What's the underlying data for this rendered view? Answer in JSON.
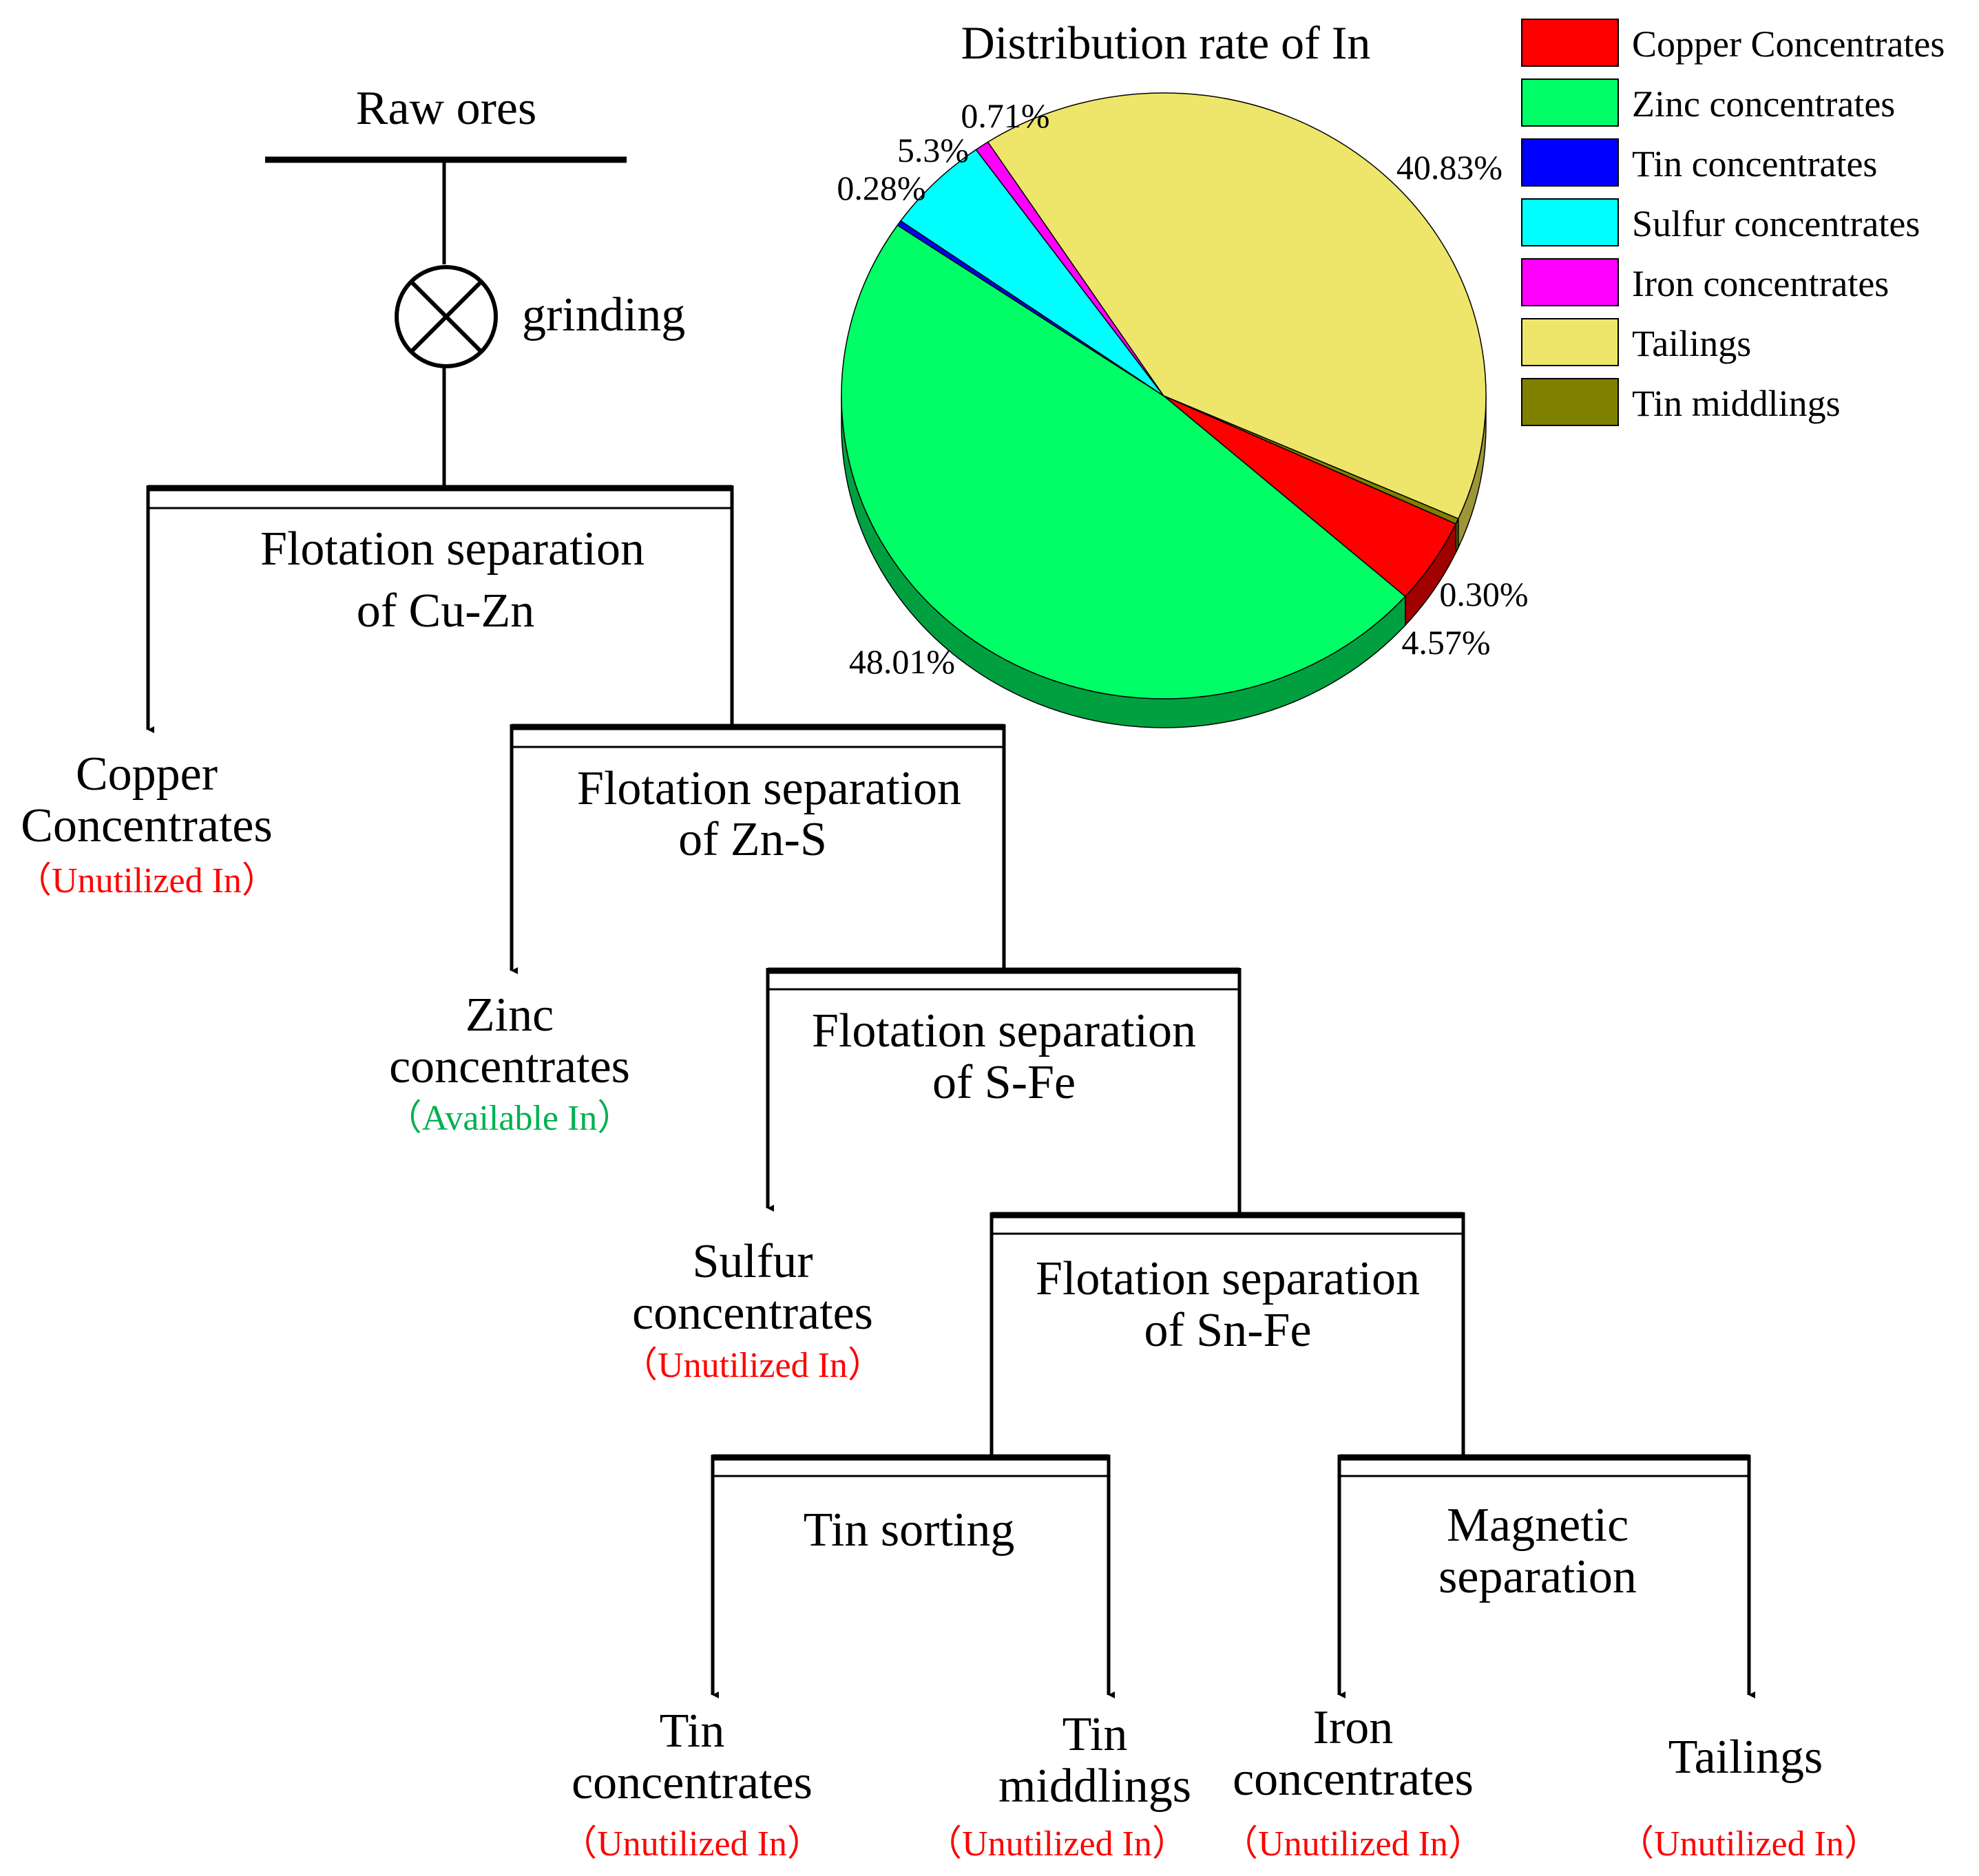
{
  "flowchart": {
    "raw_ores": "Raw ores",
    "grinding": "grinding",
    "steps": {
      "cu_zn": [
        "Flotation separation",
        "of Cu-Zn"
      ],
      "zn_s": [
        "Flotation separation",
        "of Zn-S"
      ],
      "s_fe": [
        "Flotation separation",
        "of S-Fe"
      ],
      "sn_fe": [
        "Flotation separation",
        "of Sn-Fe"
      ],
      "tin_sorting": [
        "Tin sorting"
      ],
      "magnetic": [
        "Magnetic",
        "separation"
      ]
    },
    "products": {
      "copper": {
        "lines": [
          "Copper",
          "Concentrates"
        ],
        "status": "（Unutilized In）"
      },
      "zinc": {
        "lines": [
          "Zinc",
          "concentrates"
        ],
        "status": "（Available In）"
      },
      "sulfur": {
        "lines": [
          "Sulfur",
          "concentrates"
        ],
        "status": "（Unutilized In）"
      },
      "tin_conc": {
        "lines": [
          "Tin",
          "concentrates"
        ],
        "status": "（Unutilized In）"
      },
      "tin_mid": {
        "lines": [
          "Tin",
          "middlings"
        ],
        "status": "（Unutilized In）"
      },
      "iron": {
        "lines": [
          "Iron",
          "concentrates"
        ],
        "status": "（Unutilized In）"
      },
      "tailings": {
        "lines": [
          "Tailings"
        ],
        "status": "（Unutilized In）"
      }
    },
    "colors": {
      "unutilized": "#ff0000",
      "available": "#00b050",
      "line": "#000000"
    }
  },
  "chart_data": {
    "type": "pie",
    "title": "Distribution rate of In",
    "legend_position": "top-right",
    "slices": [
      {
        "name": "Copper Concentrates",
        "value": 4.57,
        "label": "4.57%",
        "color": "#ff0000",
        "side": "#a00000"
      },
      {
        "name": "Zinc concentrates",
        "value": 48.01,
        "label": "48.01%",
        "color": "#00ff66",
        "side": "#00a040"
      },
      {
        "name": "Tin concentrates",
        "value": 0.28,
        "label": "0.28%",
        "color": "#0000ff",
        "side": "#0000a0"
      },
      {
        "name": "Sulfur concentrates",
        "value": 5.3,
        "label": "5.3%",
        "color": "#00ffff",
        "side": "#00a0a0"
      },
      {
        "name": "Iron concentrates",
        "value": 0.71,
        "label": "0.71%",
        "color": "#ff00ff",
        "side": "#a000a0"
      },
      {
        "name": "Tailings",
        "value": 40.83,
        "label": "40.83%",
        "color": "#eee66a",
        "side": "#9c9638"
      },
      {
        "name": "Tin middlings",
        "value": 0.3,
        "label": "0.30%",
        "color": "#808000",
        "side": "#555500"
      }
    ],
    "legend_order": [
      "Copper Concentrates",
      "Zinc concentrates",
      "Tin concentrates",
      "Sulfur concentrates",
      "Iron concentrates",
      "Tailings",
      "Tin middlings"
    ]
  }
}
